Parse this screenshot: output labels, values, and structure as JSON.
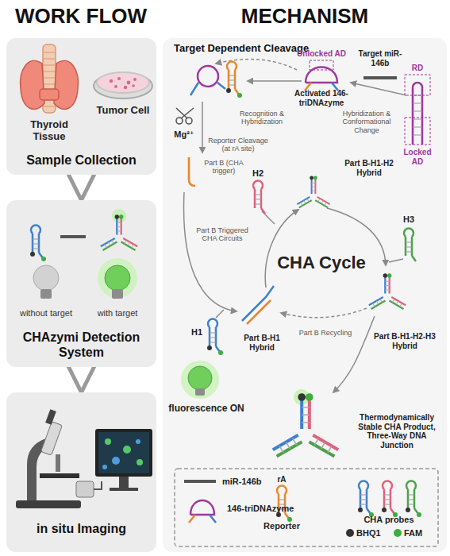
{
  "diagram": {
    "nodes": [
      {
        "text": [
          "Sample Collection"
        ]
      },
      {
        "text": [
          "CHAzymi Detection System"
        ]
      },
      {
        "text": [
          "in situ Imaging"
        ]
      },
      {
        "text": [
          "Target Dependent Cleavage"
        ]
      }
    ],
    "edges": [
      {
        "from": 0,
        "to": 1,
        "arrow": "to"
      },
      {
        "from": 1,
        "to": 2,
        "arrow": "to"
      }
    ],
    "labels": [
      "WORK FLOW",
      "MECHANISM",
      "Thyroid Tissue",
      "Tumor Cell",
      "without target",
      "with target",
      "Unlocked AD",
      "Target miR-146b",
      "RD",
      "Recognition & Hybridization",
      "Activated 146-triDNAzyme",
      "Hybridization & Conformational Change",
      "Locked AD",
      "Mg²⁺",
      "Reporter Cleavage (at rA site)",
      "Part B (CHA trigger)",
      "H2",
      "Part B-H1-H2 Hybrid",
      "H3",
      "CHA Cycle",
      "Part B Triggered CHA Circuits",
      "H1",
      "Part B-H1 Hybrid",
      "Part B-H1-H2-H3 Hybrid",
      "Part B Recycling",
      "fluorescence ON",
      "Thermodynamically Stable CHA Product, Three-Way DNA Junction",
      "rA"
    ],
    "legend": [
      {
        "text": "miR-146b"
      },
      {
        "text": "146-triDNAzyme"
      },
      {
        "text": "Reporter"
      },
      {
        "text": "CHA probes"
      },
      {
        "text": "BHQ1",
        "color": "#333333"
      },
      {
        "text": "FAM",
        "color": "#3cae3c"
      }
    ]
  }
}
